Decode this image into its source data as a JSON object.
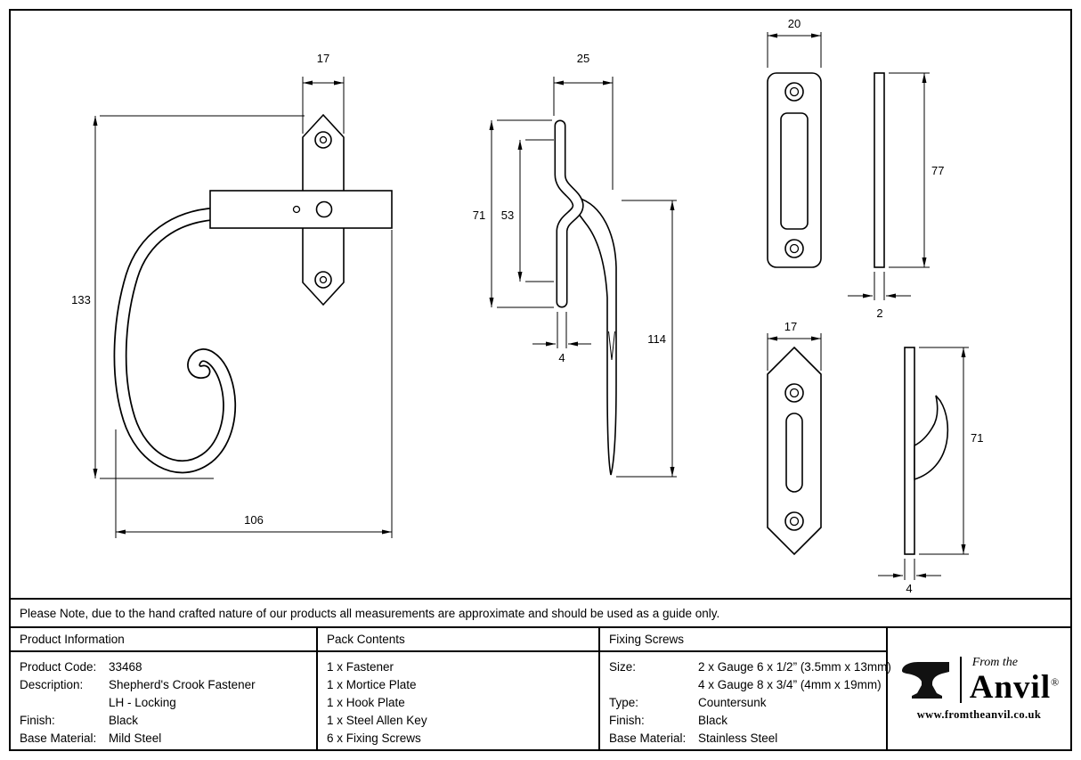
{
  "note": "Please Note, due to the hand crafted nature of our products all measurements are approximate and should be used as a guide only.",
  "drawings": {
    "fastener_front": {
      "width_top": "17",
      "height_left": "133",
      "width_bottom": "106"
    },
    "fastener_side": {
      "depth_top": "25",
      "plate_height": "71",
      "hole_spacing": "53",
      "plate_thickness": "4",
      "arm_length": "114"
    },
    "mortice_plate": {
      "width": "20",
      "height": "77",
      "thickness": "2"
    },
    "hook_plate": {
      "width": "17",
      "height": "71",
      "thickness": "4"
    }
  },
  "table": {
    "product_info": {
      "header": "Product Information",
      "rows": [
        {
          "label": "Product Code:",
          "value": "33468"
        },
        {
          "label": "Description:",
          "value": "Shepherd's Crook Fastener"
        },
        {
          "label": "",
          "value": "LH - Locking"
        },
        {
          "label": "Finish:",
          "value": "Black"
        },
        {
          "label": "Base Material:",
          "value": "Mild Steel"
        }
      ]
    },
    "pack_contents": {
      "header": "Pack Contents",
      "items": [
        "1 x Fastener",
        "1 x Mortice Plate",
        "1 x Hook Plate",
        "1 x Steel Allen Key",
        "6 x Fixing Screws"
      ]
    },
    "fixing_screws": {
      "header": "Fixing Screws",
      "rows": [
        {
          "label": "Size:",
          "value": "2 x Gauge 6 x 1/2” (3.5mm x 13mm)"
        },
        {
          "label": "",
          "value": "4 x Gauge 8 x 3/4” (4mm x 19mm)"
        },
        {
          "label": "Type:",
          "value": "Countersunk"
        },
        {
          "label": "Finish:",
          "value": "Black"
        },
        {
          "label": "Base Material:",
          "value": "Stainless Steel"
        }
      ]
    }
  },
  "logo": {
    "tagline": "From the",
    "name": "Anvil",
    "registered": "®",
    "website": "www.fromtheanvil.co.uk"
  }
}
